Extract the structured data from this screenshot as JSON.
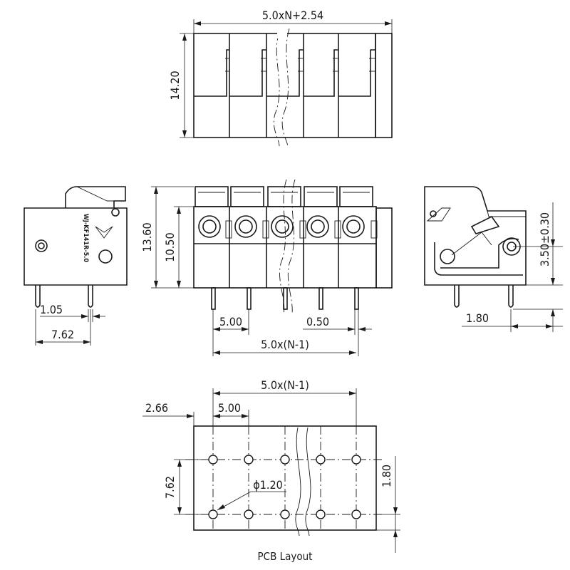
{
  "top_view": {
    "width_dim": "5.0xN+2.54",
    "height_dim": "14.20"
  },
  "front_view": {
    "height_total_dim": "13.60",
    "height_body_dim": "10.50",
    "pitch_dim": "5.00",
    "pin_width_dim": "0.50",
    "span_dim": "5.0x(N-1)"
  },
  "left_view": {
    "marking": "WJ-KF141R-5.0",
    "pin_offset_dim": "1.05",
    "pin_spacing_dim": "7.62"
  },
  "right_view": {
    "height_dim": "3.50±0.30",
    "offset_dim": "1.80"
  },
  "pcb_layout": {
    "span_dim": "5.0x(N-1)",
    "edge_dim": "2.66",
    "pitch_dim": "5.00",
    "row_spacing_dim": "7.62",
    "hole_dim": "ϕ1.20",
    "row_offset_dim": "1.80",
    "caption": "PCB Layout"
  }
}
